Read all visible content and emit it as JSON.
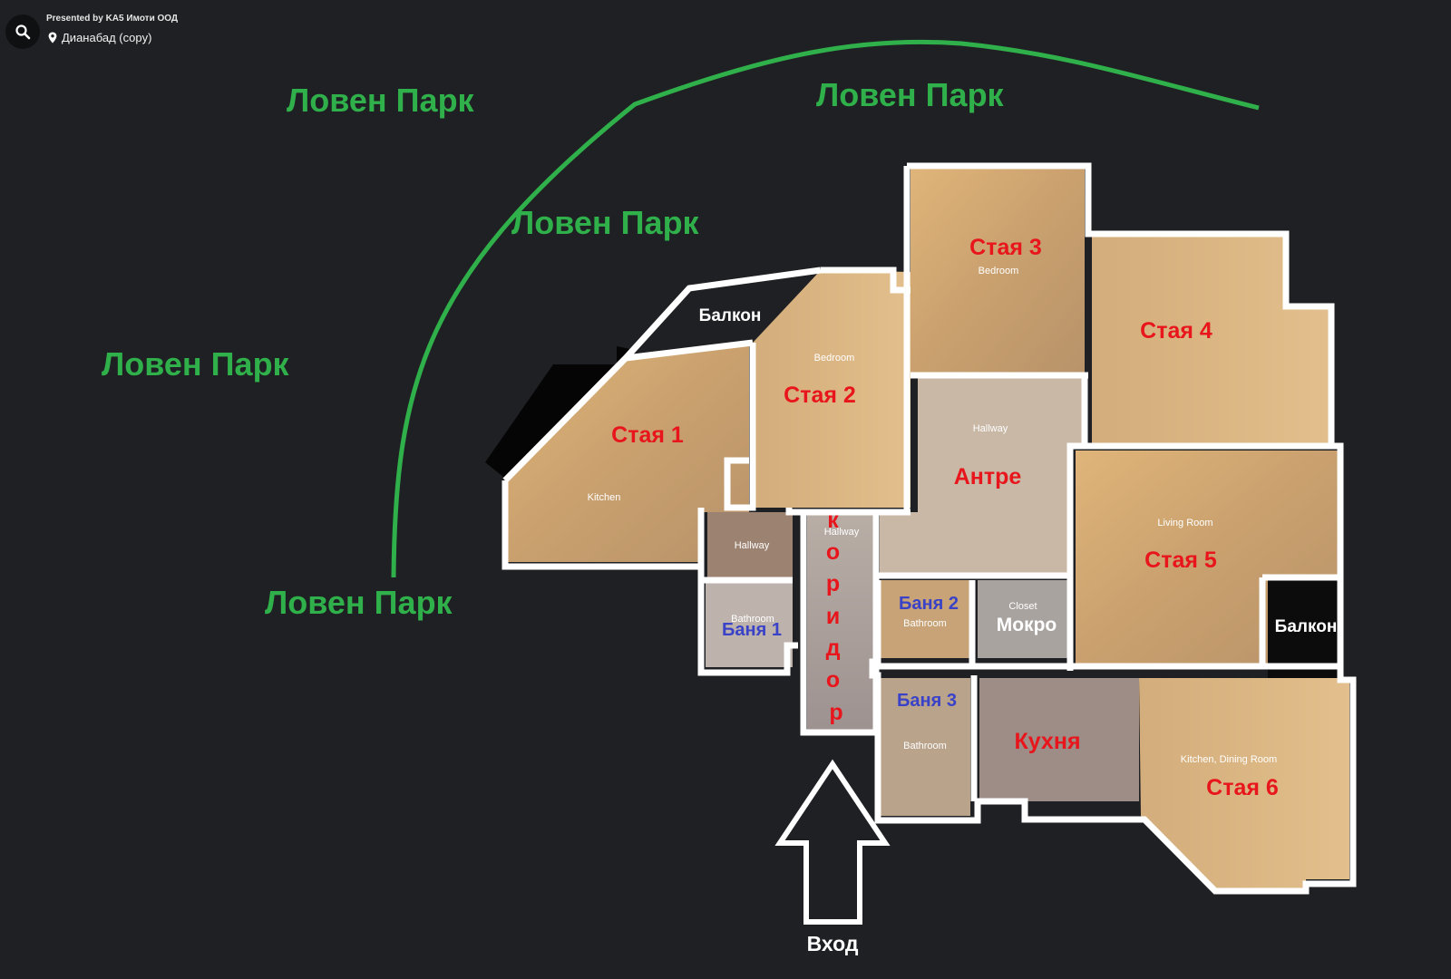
{
  "header": {
    "presenter": "Presented by KA5 Имоти ООД",
    "location": "Дианабад (copy)"
  },
  "icons": {
    "search": "search-icon",
    "location": "map-pin-icon"
  },
  "colors": {
    "background": "#1f2023",
    "park_label": "#2fb04a",
    "park_line": "#2fb04a",
    "room_label": "#e8161c",
    "bath_label": "#3a42c8",
    "wall": "#ffffff"
  },
  "park_labels": [
    "Ловен Парк",
    "Ловен Парк",
    "Ловен Парк",
    "Ловен Парк",
    "Ловен Парк"
  ],
  "rooms": {
    "room1": "Стая 1",
    "room2": "Стая 2",
    "room3": "Стая 3",
    "room4": "Стая 4",
    "room5": "Стая 5",
    "room6": "Стая 6",
    "antre": "Антре",
    "kitchen": "Кухня",
    "bath1": "Баня 1",
    "bath2": "Баня 2",
    "bath3": "Баня 3",
    "wet": "Мокро",
    "balcony_top": "Балкон",
    "balcony_right": "Балкон",
    "corridor": "коридор"
  },
  "tags": {
    "bedroom_room3": "Bedroom",
    "bedroom_room2": "Bedroom",
    "kitchen_room1": "Kitchen",
    "hallway_antre": "Hallway",
    "hallway_corridor": "Hallway",
    "hallway_small": "Hallway",
    "bathroom_1": "Bathroom",
    "bathroom_2": "Bathroom",
    "bathroom_3": "Bathroom",
    "closet": "Closet",
    "living_room": "Living Room",
    "kitchen_dining": "Kitchen, Dining Room"
  },
  "entrance_label": "Вход"
}
